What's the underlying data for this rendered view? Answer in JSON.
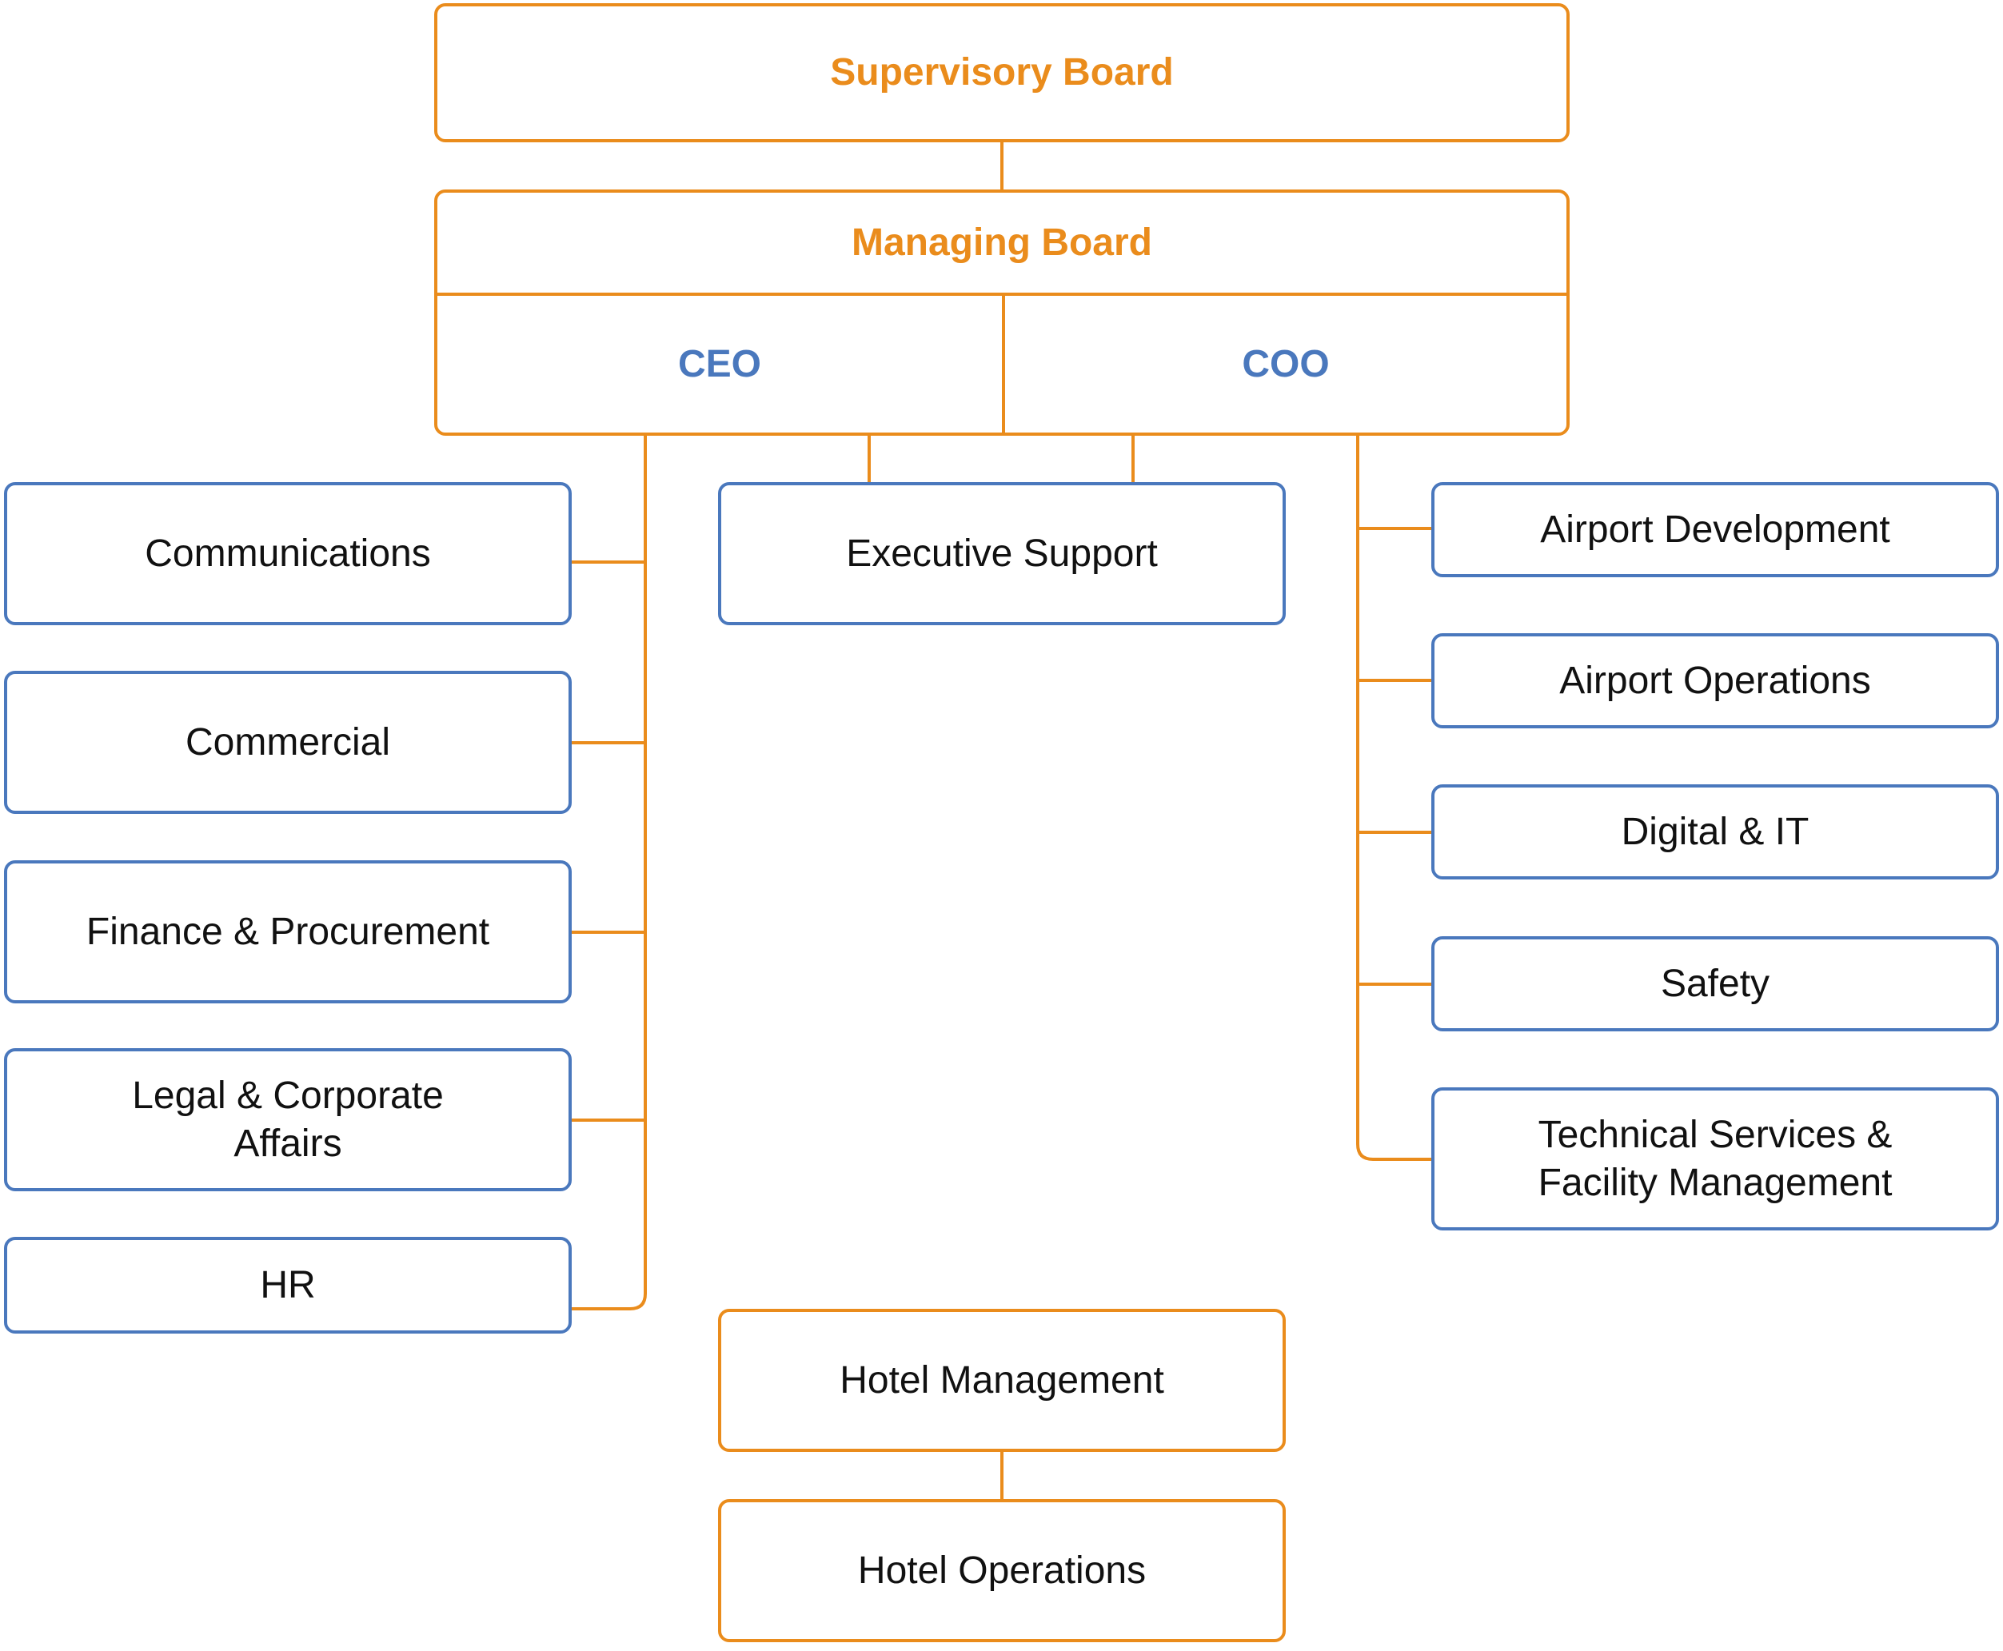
{
  "colors": {
    "orange": "#ea8c1c",
    "blue": "#4a78bd",
    "text": "#111111"
  },
  "supervisory_board": "Supervisory Board",
  "managing_board": {
    "title": "Managing Board",
    "ceo": "CEO",
    "coo": "COO"
  },
  "executive_support": "Executive Support",
  "ceo_units": [
    "Communications",
    "Commercial",
    "Finance & Procurement",
    "Legal & Corporate Affairs",
    "HR"
  ],
  "coo_units": [
    "Airport Development",
    "Airport Operations",
    "Digital & IT",
    "Safety",
    "Technical Services & Facility Management"
  ],
  "hotel": {
    "management": "Hotel Management",
    "operations": "Hotel Operations"
  }
}
